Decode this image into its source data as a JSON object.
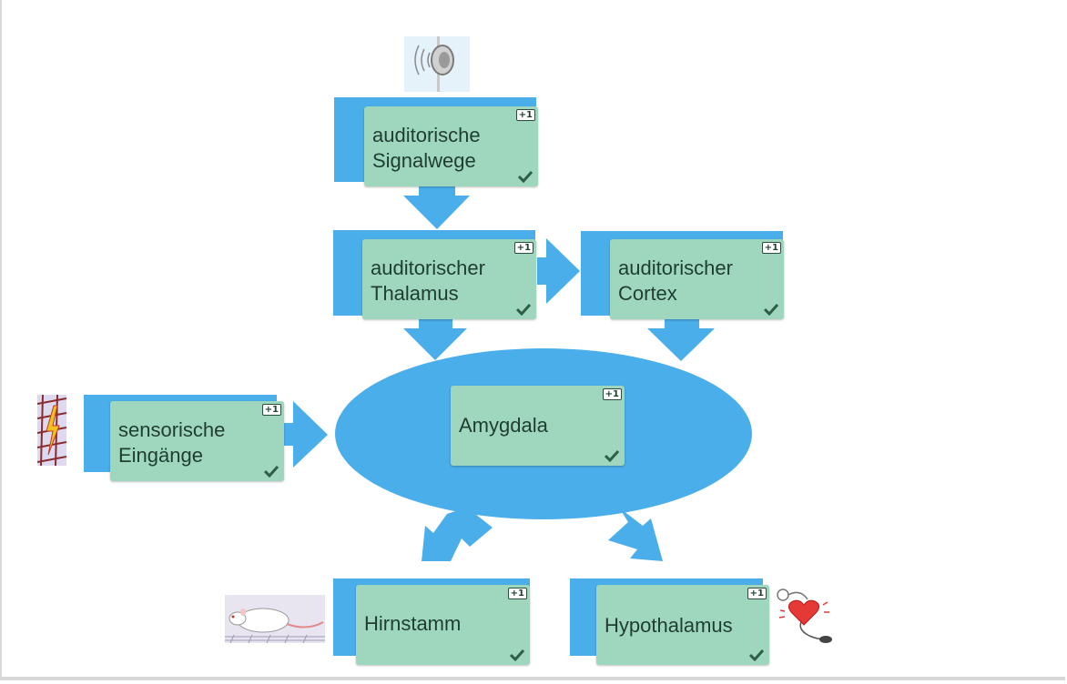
{
  "diagram": {
    "nodes": [
      {
        "id": "signal",
        "label": "auditorische\nSignalwege",
        "badge": "+1"
      },
      {
        "id": "thalamus",
        "label": "auditorischer\nThalamus",
        "badge": "+1"
      },
      {
        "id": "cortex",
        "label": "auditorischer\nCortex",
        "badge": "+1"
      },
      {
        "id": "sensor",
        "label": "sensorische\nEingänge",
        "badge": "+1"
      },
      {
        "id": "amygdala",
        "label": "Amygdala",
        "badge": "+1"
      },
      {
        "id": "hirnstamm",
        "label": "Hirnstamm",
        "badge": "+1"
      },
      {
        "id": "hypothalamus",
        "label": "Hypothalamus",
        "badge": "+1"
      }
    ],
    "icons": [
      "speaker-icon",
      "electric-grid-icon",
      "rat-icon",
      "heart-monitor-icon"
    ],
    "colors": {
      "arrow": "#4aaeea",
      "card": "#9ed7bd",
      "text": "#1f3d33",
      "check": "#2e5e47"
    }
  }
}
